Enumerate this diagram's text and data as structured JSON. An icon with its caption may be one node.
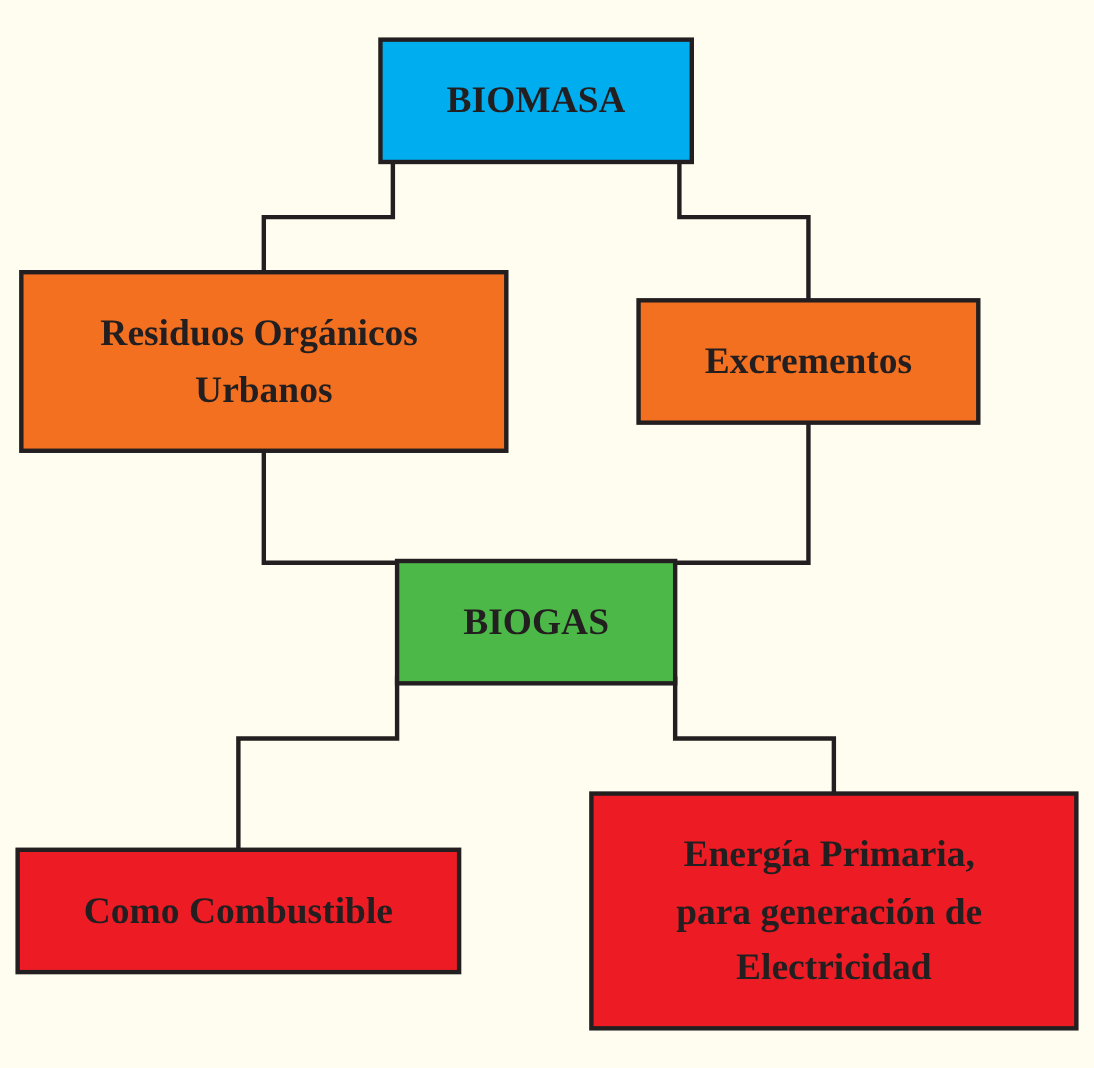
{
  "diagram": {
    "nodes": [
      {
        "text": [
          "BIOMASA"
        ]
      },
      {
        "text": [
          "Residuos Orgánicos Urbanos"
        ]
      },
      {
        "text": [
          "Excrementos"
        ]
      },
      {
        "text": [
          "BIOGAS"
        ]
      },
      {
        "text": [
          "Como Combustible"
        ]
      },
      {
        "text": [
          "Energía Primaria, para generación de Electricidad"
        ]
      }
    ],
    "edges": [
      {
        "from": 0,
        "to": 1,
        "arrow": "none"
      },
      {
        "from": 0,
        "to": 2,
        "arrow": "none"
      },
      {
        "from": 1,
        "to": 3,
        "arrow": "none"
      },
      {
        "from": 2,
        "to": 3,
        "arrow": "none"
      },
      {
        "from": 3,
        "to": 4,
        "arrow": "none"
      },
      {
        "from": 3,
        "to": 5,
        "arrow": "none"
      }
    ]
  }
}
